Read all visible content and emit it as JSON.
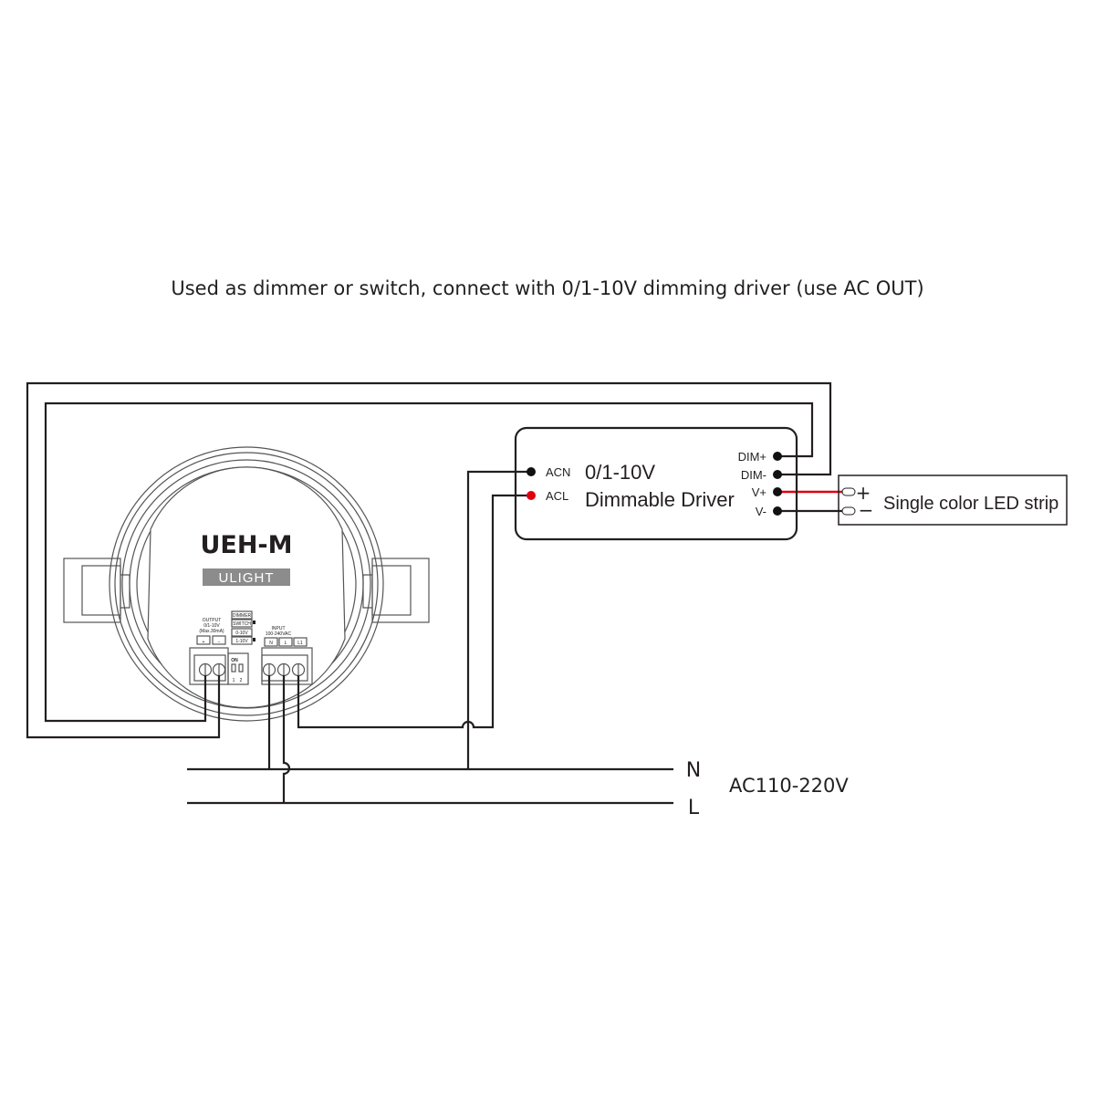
{
  "caption": "Used as dimmer or switch, connect with 0/1-10V dimming driver (use AC OUT)",
  "device": {
    "model": "UEH-M",
    "brand": "ULIGHT",
    "output_label": [
      "OUTPUT",
      "0/1-10V",
      "(Max.30mA)"
    ],
    "output_terminals": [
      "+",
      "−"
    ],
    "input_label": [
      "INPUT",
      "100-240VAC"
    ],
    "input_terminals": [
      "N",
      "L",
      "L1"
    ],
    "mode_labels": [
      "DIMMER",
      "SWITCH",
      "0-10V",
      "1-10V"
    ],
    "dip": {
      "on": "ON",
      "switches": [
        "1",
        "2"
      ]
    }
  },
  "driver": {
    "title_line1": "0/1-10V",
    "title_line2": "Dimmable Driver",
    "left_terminals": [
      "ACN",
      "ACL"
    ],
    "right_terminals": [
      "DIM+",
      "DIM-",
      "V+",
      "V-"
    ]
  },
  "led_strip": {
    "label": "Single color LED strip",
    "plus": "+",
    "minus": "−"
  },
  "mains": {
    "n_label": "N",
    "l_label": "L",
    "voltage": "AC110-220V"
  },
  "colors": {
    "wire": "#231f20",
    "live": "#e0000f"
  }
}
